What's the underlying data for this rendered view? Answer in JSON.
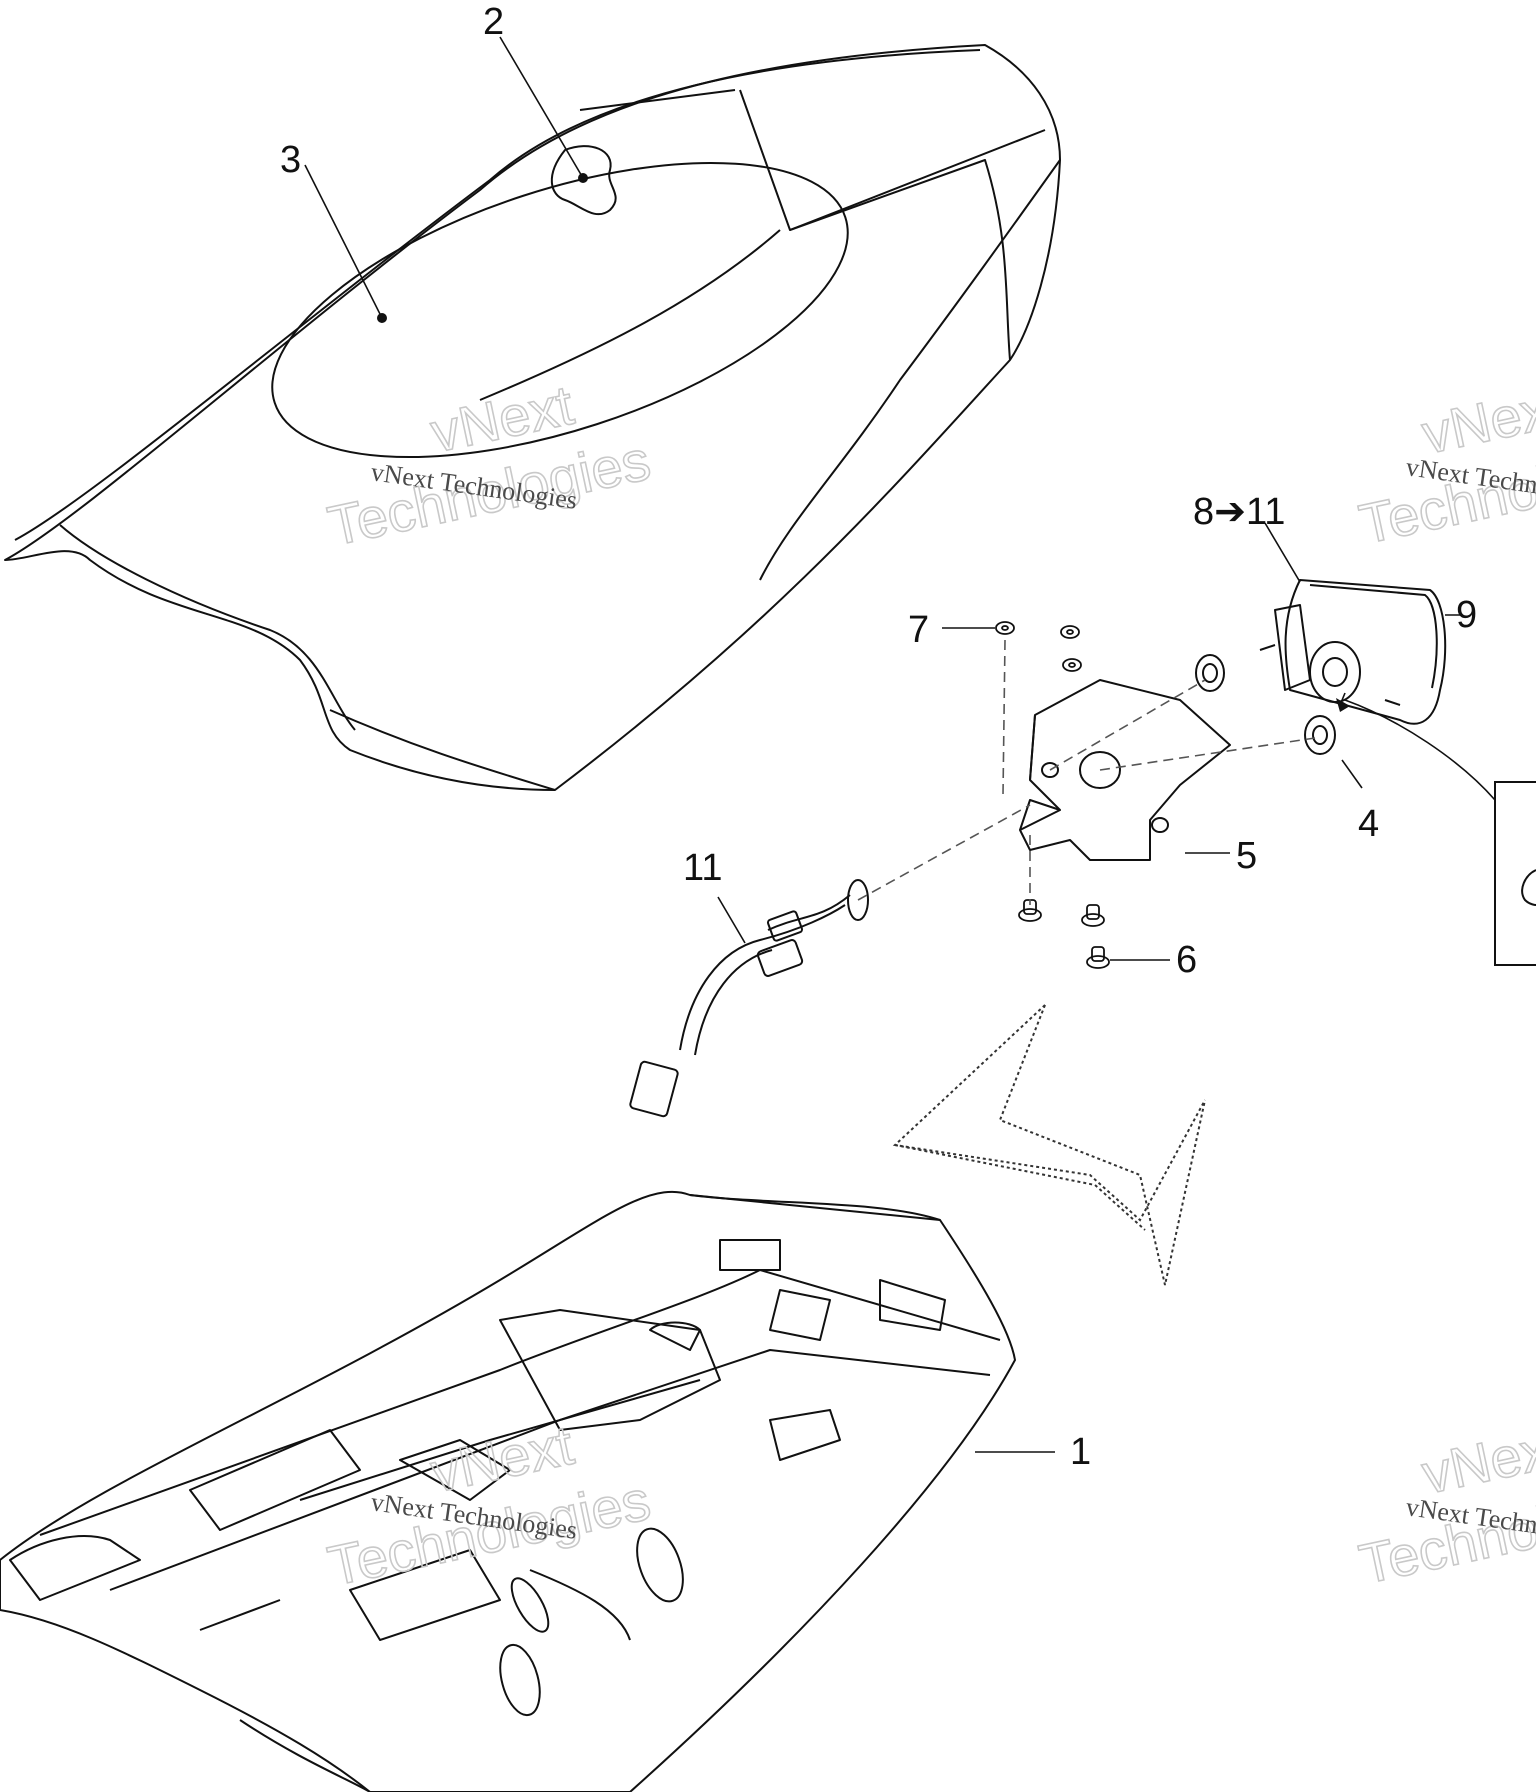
{
  "diagram": {
    "callouts": {
      "c1": "1",
      "c2": "2",
      "c3": "3",
      "c4": "4",
      "c5": "5",
      "c6": "6",
      "c7": "7",
      "c8": "8➔11",
      "c9": "9",
      "c11": "11"
    },
    "watermark": {
      "line1": "vNext",
      "line2": "Technologies",
      "small": "vNext Technologies"
    }
  }
}
